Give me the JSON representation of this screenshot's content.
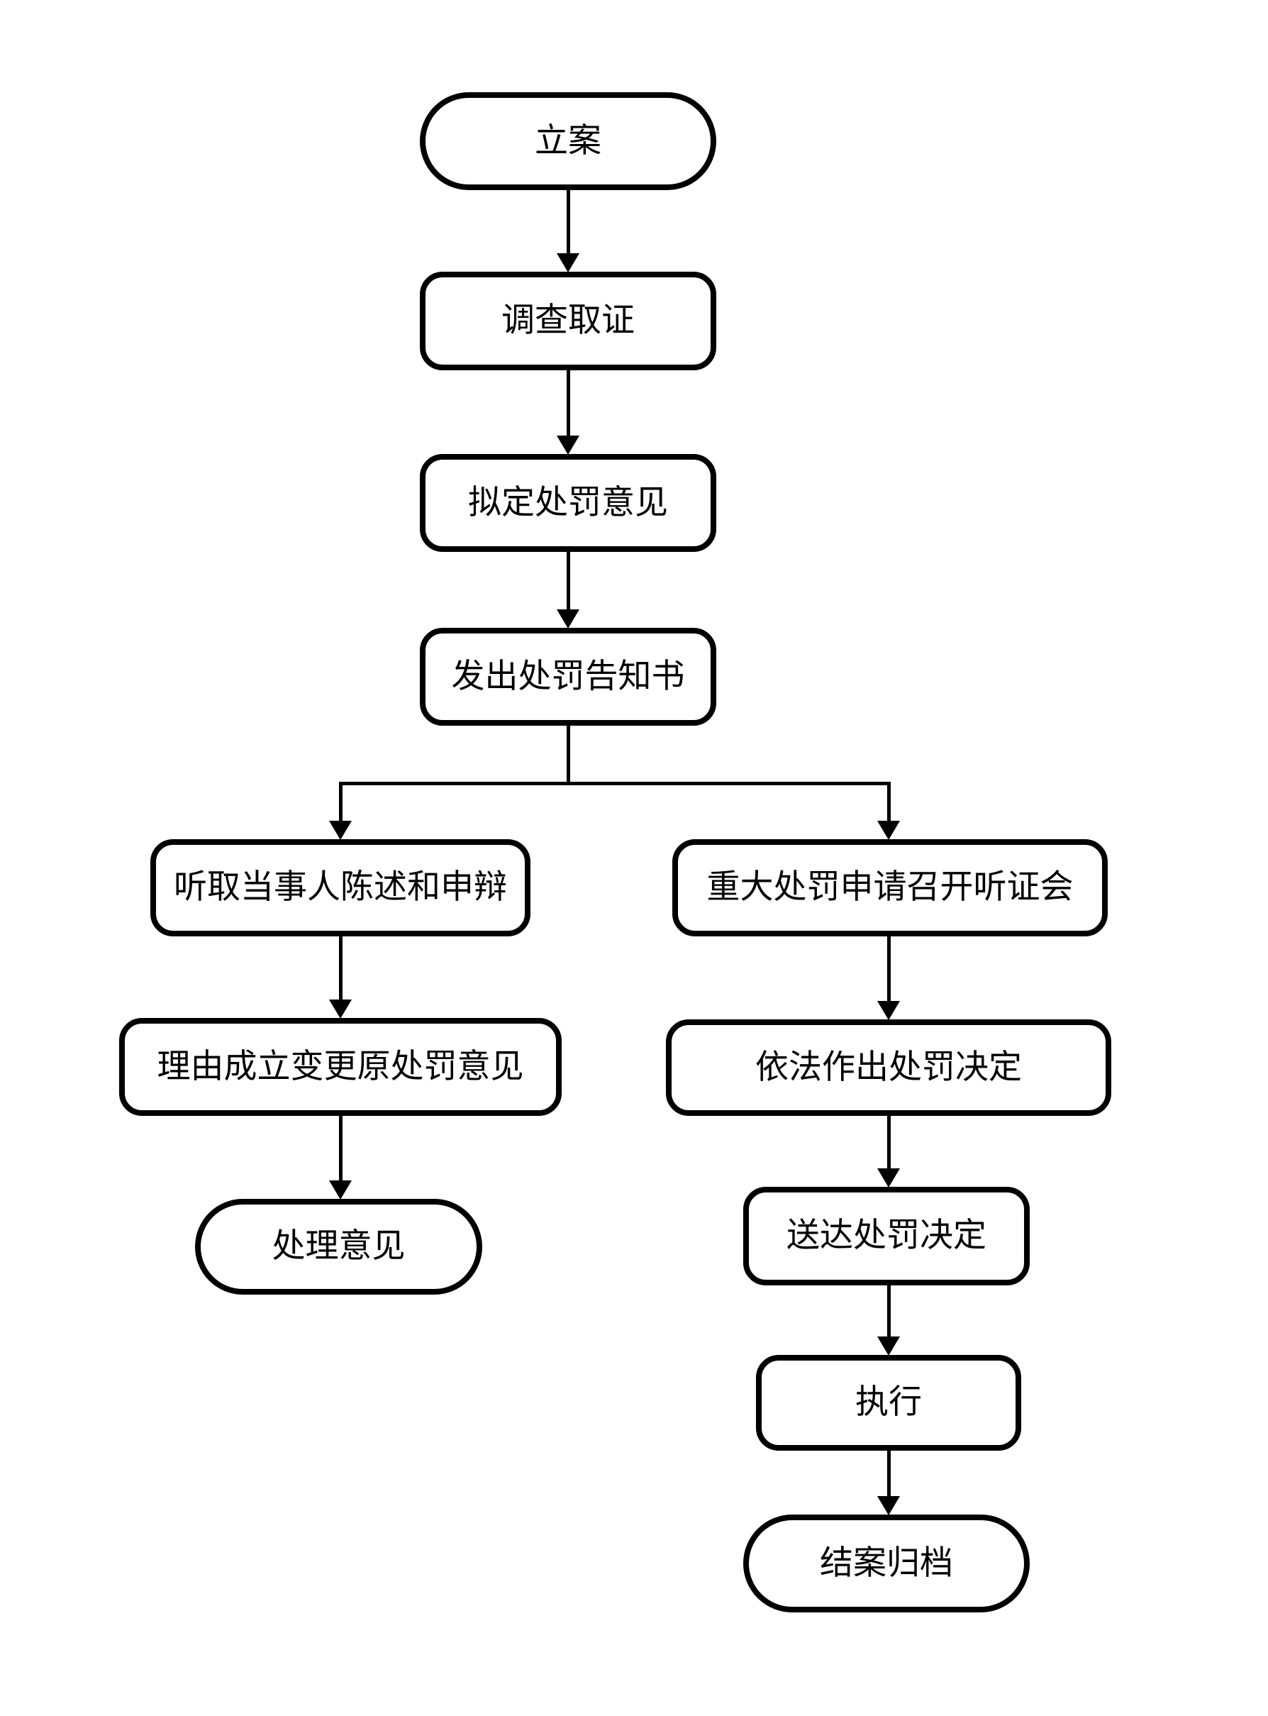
{
  "page": {
    "background_color": "#ffffff"
  },
  "diagram": {
    "type": "flowchart",
    "stroke_color": "#000000",
    "node_fill_color": "#ffffff",
    "text_color": "#000000",
    "nodes": {
      "start": {
        "label": "立案",
        "shape": "stadium"
      },
      "investigate": {
        "label": "调查取证",
        "shape": "rounded-rect"
      },
      "draft_opinion": {
        "label": "拟定处罚意见",
        "shape": "rounded-rect"
      },
      "issue_notice": {
        "label": "发出处罚告知书",
        "shape": "rounded-rect"
      },
      "hear_statement": {
        "label": "听取当事人陈述和申辩",
        "shape": "rounded-rect"
      },
      "hearing": {
        "label": "重大处罚申请召开听证会",
        "shape": "rounded-rect"
      },
      "change_opinion": {
        "label": "理由成立变更原处罚意见",
        "shape": "rounded-rect"
      },
      "make_decision": {
        "label": "依法作出处罚决定",
        "shape": "rounded-rect"
      },
      "handle_opinion": {
        "label": "处理意见",
        "shape": "stadium"
      },
      "serve_decision": {
        "label": "送达处罚决定",
        "shape": "rounded-rect"
      },
      "execute": {
        "label": "执行",
        "shape": "rounded-rect"
      },
      "close_case": {
        "label": "结案归档",
        "shape": "stadium"
      }
    },
    "edges": [
      {
        "from": "start",
        "to": "investigate",
        "arrow": true
      },
      {
        "from": "investigate",
        "to": "draft_opinion",
        "arrow": true
      },
      {
        "from": "draft_opinion",
        "to": "issue_notice",
        "arrow": true
      },
      {
        "from": "issue_notice",
        "to": "hear_statement",
        "arrow": true
      },
      {
        "from": "issue_notice",
        "to": "hearing",
        "arrow": true
      },
      {
        "from": "hear_statement",
        "to": "change_opinion",
        "arrow": true
      },
      {
        "from": "change_opinion",
        "to": "handle_opinion",
        "arrow": true
      },
      {
        "from": "hearing",
        "to": "make_decision",
        "arrow": true
      },
      {
        "from": "make_decision",
        "to": "serve_decision",
        "arrow": true
      },
      {
        "from": "serve_decision",
        "to": "execute",
        "arrow": true
      },
      {
        "from": "execute",
        "to": "close_case",
        "arrow": true
      }
    ]
  }
}
